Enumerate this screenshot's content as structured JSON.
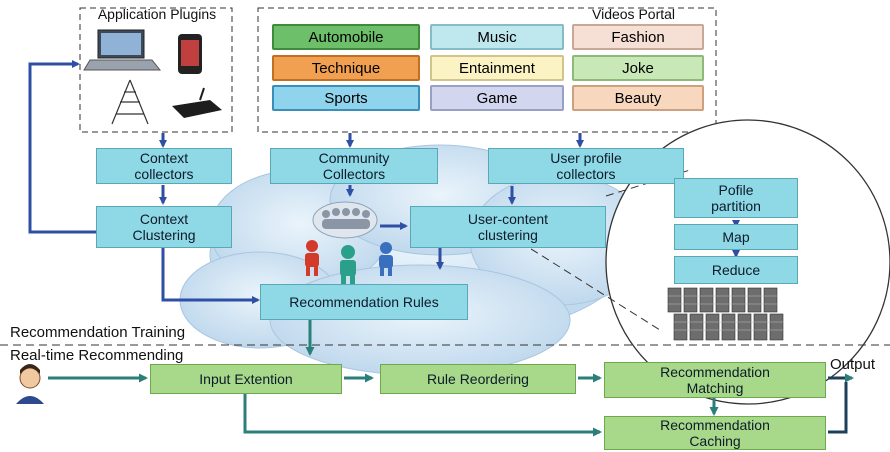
{
  "sections": {
    "application_plugins": "Application Plugins",
    "videos_portal": "Videos Portal",
    "training": "Recommendation Training",
    "realtime": "Real-time Recommending",
    "output": "Output"
  },
  "categories": [
    {
      "label": "Automobile",
      "color": "#6dbf6a",
      "border": "#3f8a3c"
    },
    {
      "label": "Music",
      "color": "#bfe7ee",
      "border": "#86bcc8"
    },
    {
      "label": "Fashion",
      "color": "#f6e0d6",
      "border": "#c9a898"
    },
    {
      "label": "Technique",
      "color": "#f0a050",
      "border": "#c07020"
    },
    {
      "label": "Entainment",
      "color": "#fbf3c4",
      "border": "#cfc48a"
    },
    {
      "label": "Joke",
      "color": "#c9e8b8",
      "border": "#8eb978"
    },
    {
      "label": "Sports",
      "color": "#8fd3ec",
      "border": "#3a8fb8"
    },
    {
      "label": "Game",
      "color": "#d2d6ee",
      "border": "#9aa0c4"
    },
    {
      "label": "Beauty",
      "color": "#f7d7bd",
      "border": "#cda080"
    }
  ],
  "training_boxes": {
    "context_collectors": "Context collectors",
    "community_collectors": "Community Collectors",
    "user_profile_collectors": "User profile collectors",
    "context_clustering": "Context Clustering",
    "user_content_clustering": "User-content clustering",
    "recommendation_rules": "Recommendation Rules",
    "profile_partition": "Pofile partition",
    "map": "Map",
    "reduce": "Reduce"
  },
  "realtime_boxes": {
    "input_extention": "Input Extention",
    "rule_reordering": "Rule Reordering",
    "recommendation_matching": "Recommendation Matching",
    "recommendation_caching": "Recommendation Caching"
  },
  "colors": {
    "arrow_blue": "#2e4fa3",
    "arrow_teal": "#2a7f7a",
    "box_cyan": "#8fd8e6",
    "box_green": "#a8d88a",
    "cloud": "#cfe3f3"
  }
}
